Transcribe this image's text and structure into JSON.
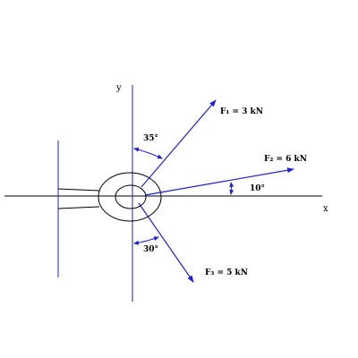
{
  "axes": {
    "x_label": "x",
    "y_label": "y"
  },
  "forces": [
    {
      "id": "F1",
      "label": "F₁ = 3 kN",
      "angle_label": "35°",
      "angle_ref": "from +y axis"
    },
    {
      "id": "F2",
      "label": "F₂ = 6 kN",
      "angle_label": "10°",
      "angle_ref": "from +x axis"
    },
    {
      "id": "F3",
      "label": "F₃ = 5 kN",
      "angle_label": "30°",
      "angle_ref": "from -y axis"
    }
  ],
  "colors": {
    "force_lines": "#1f1fd6",
    "structure": "#000000"
  }
}
